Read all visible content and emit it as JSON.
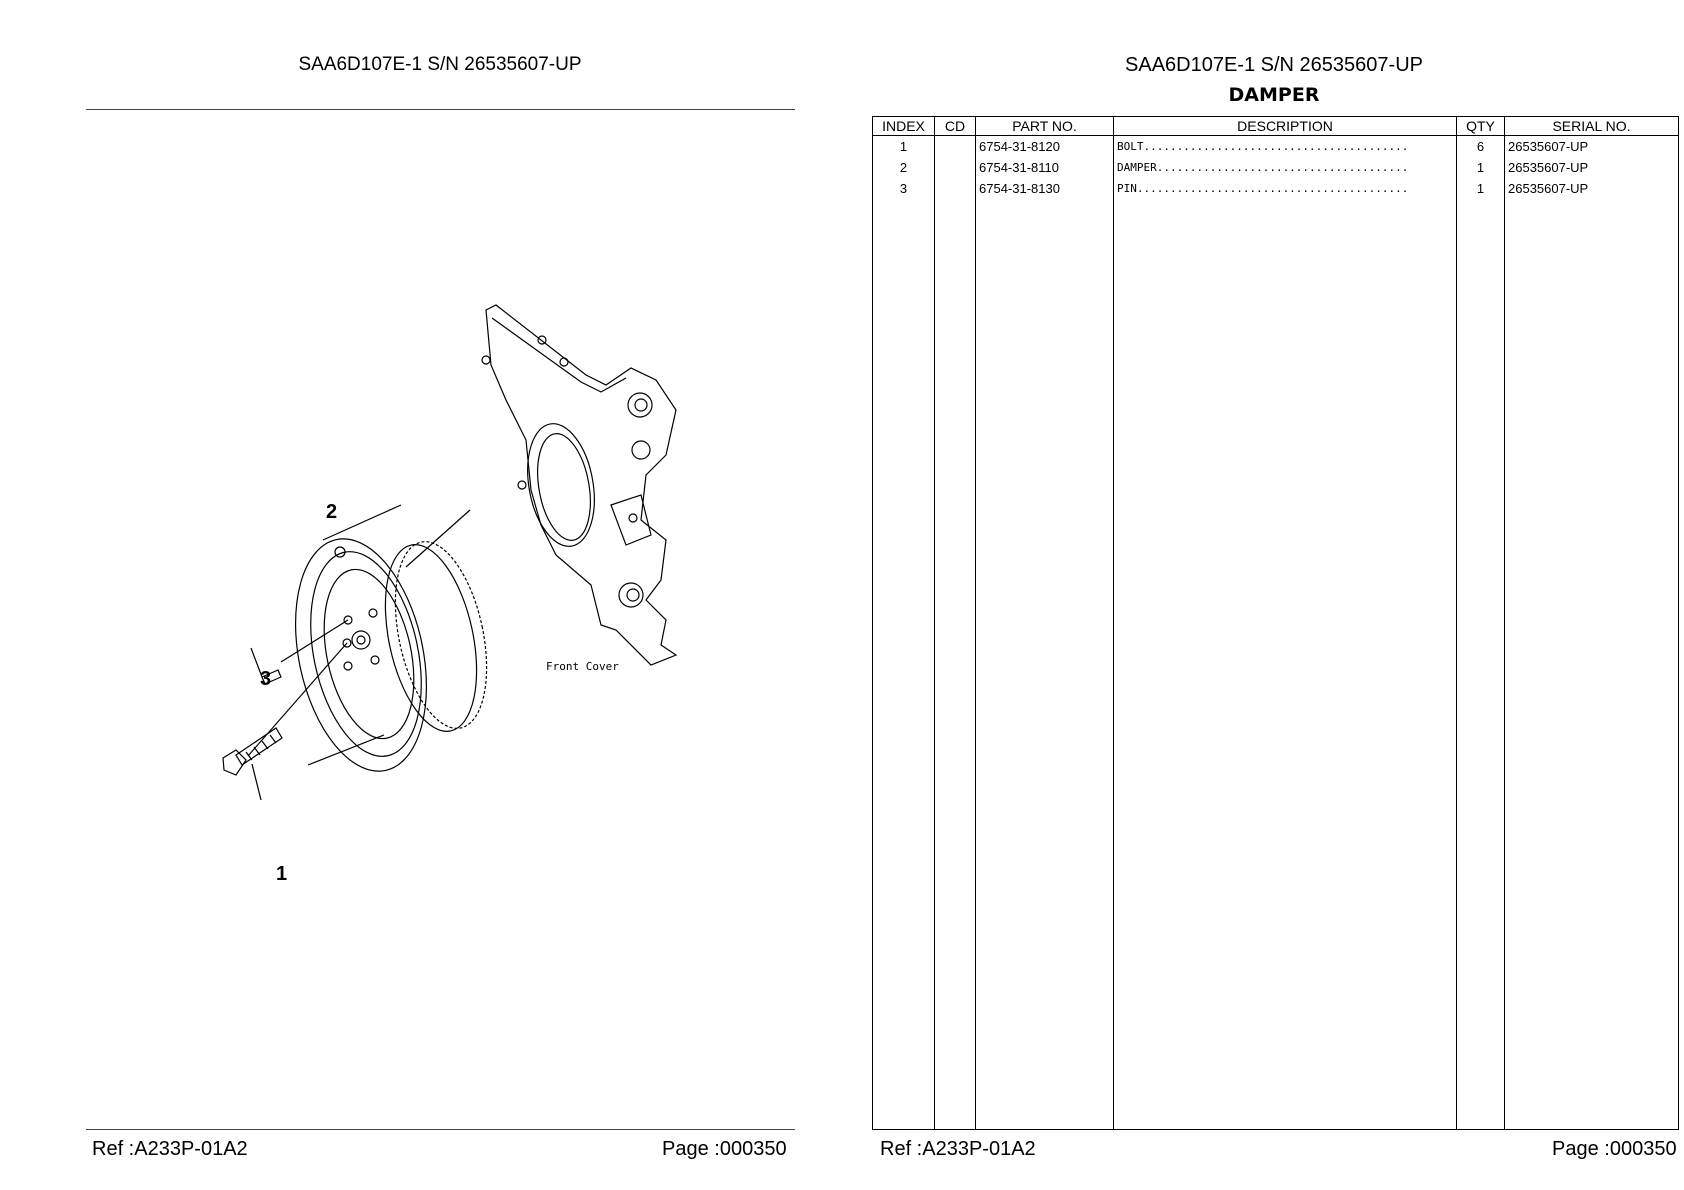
{
  "left_page": {
    "title": "SAA6D107E-1 S/N 26535607-UP",
    "ref": "Ref :A233P-01A2",
    "page": "Page :000350"
  },
  "right_page": {
    "title": "SAA6D107E-1 S/N 26535607-UP",
    "subtitle": "DAMPER",
    "ref": "Ref :A233P-01A2",
    "page": "Page :000350"
  },
  "diagram": {
    "callouts": [
      "2",
      "3",
      "1"
    ],
    "label": "Front Cover"
  },
  "table": {
    "headers": [
      "INDEX",
      "CD",
      "PART NO.",
      "DESCRIPTION",
      "QTY",
      "SERIAL NO."
    ],
    "rows": [
      {
        "index": "1",
        "cd": "",
        "part_no": "6754-31-8120",
        "description": "BOLT........................................",
        "qty": "6",
        "serial": "26535607-UP"
      },
      {
        "index": "2",
        "cd": "",
        "part_no": "6754-31-8110",
        "description": "DAMPER......................................",
        "qty": "1",
        "serial": "26535607-UP"
      },
      {
        "index": "3",
        "cd": "",
        "part_no": "6754-31-8130",
        "description": "PIN.........................................",
        "qty": "1",
        "serial": "26535607-UP"
      }
    ]
  }
}
